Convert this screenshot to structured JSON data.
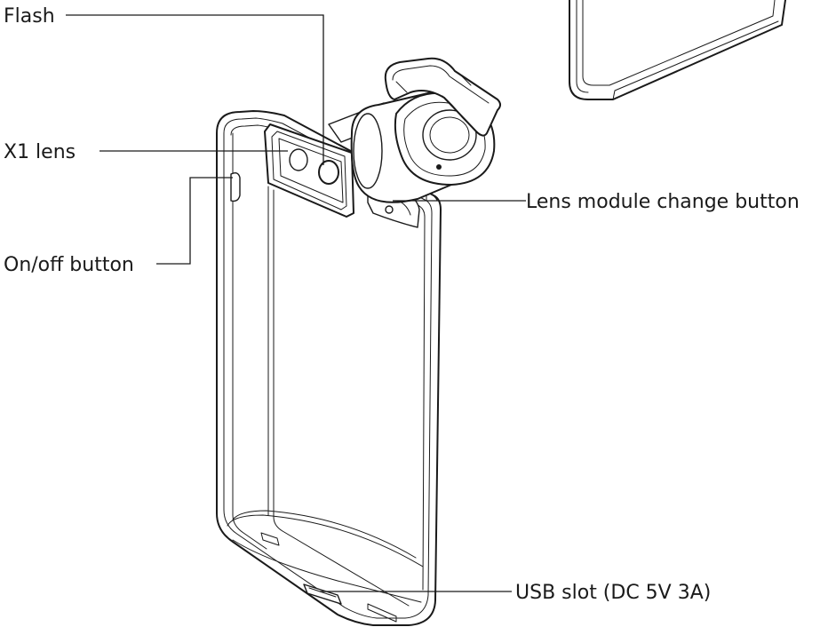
{
  "callouts": {
    "flash": "Flash",
    "x1_lens": "X1 lens",
    "on_off_button": "On/off button",
    "lens_module_change_button": "Lens module change button",
    "usb_slot": "USB slot (DC 5V 3A)"
  },
  "colors": {
    "ink": "#1a1a1a",
    "background": "#ffffff"
  }
}
